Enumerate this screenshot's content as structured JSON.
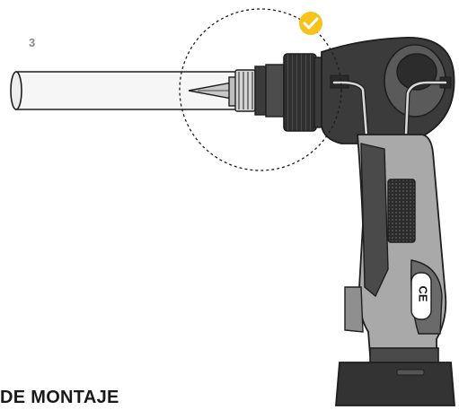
{
  "step": {
    "number": "3"
  },
  "heading": {
    "text": "DE MONTAJE"
  },
  "device": {
    "marking": "CE"
  },
  "icons": {
    "check": "check-circle-icon"
  },
  "colors": {
    "accent": "#f5c31c",
    "body_dark": "#3b3b3b",
    "body_mid": "#5a5a5a",
    "body_light": "#a9a9a9",
    "outline": "#1e1e1e",
    "tube_fill": "#f6f6f6"
  }
}
